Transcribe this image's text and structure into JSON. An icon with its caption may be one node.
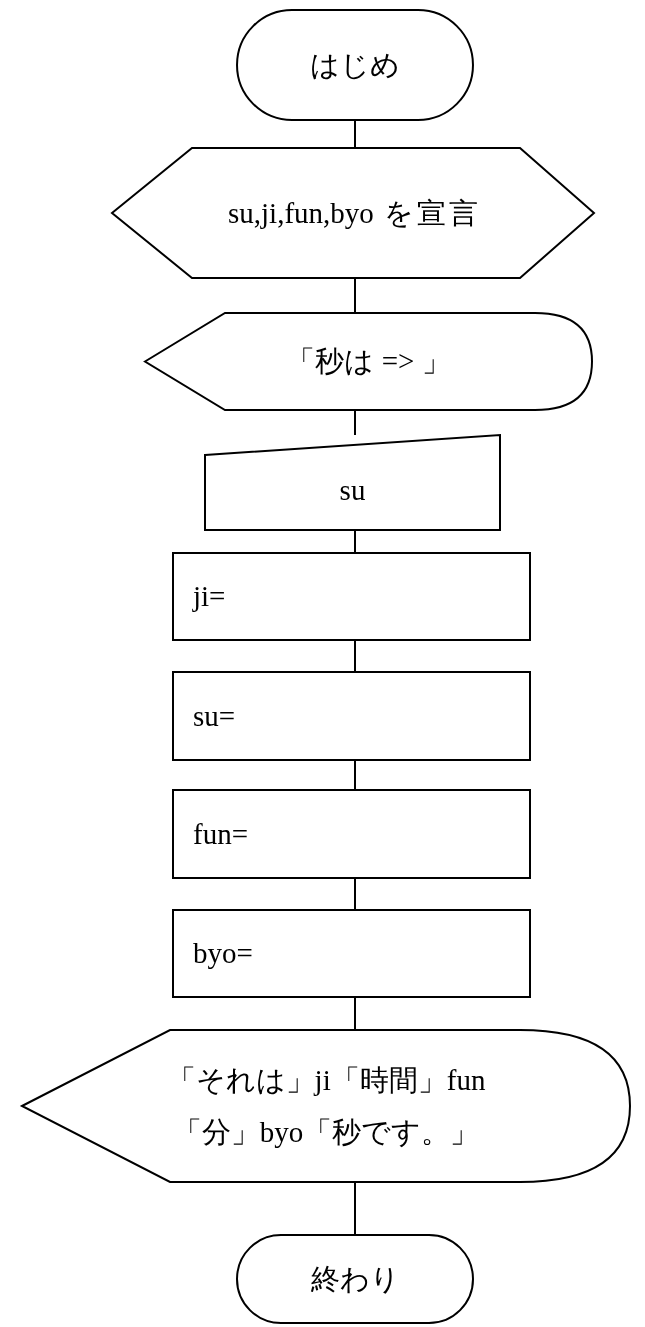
{
  "diagram": {
    "nodes": [
      {
        "text": [
          "はじめ"
        ]
      },
      {
        "text": [
          "su,ji,fun,byo を宣言"
        ]
      },
      {
        "text": [
          "「秒は => 」"
        ]
      },
      {
        "text": [
          "su"
        ]
      },
      {
        "text": [
          "ji="
        ]
      },
      {
        "text": [
          "su="
        ]
      },
      {
        "text": [
          "fun="
        ]
      },
      {
        "text": [
          "byo="
        ]
      },
      {
        "text": [
          "「それは」ji「時間」fun「分」byo「秒です。」"
        ]
      },
      {
        "text": [
          "終わり"
        ]
      }
    ],
    "edges": [
      {
        "from": 0,
        "to": 1,
        "arrow": "none"
      },
      {
        "from": 1,
        "to": 2,
        "arrow": "none"
      },
      {
        "from": 2,
        "to": 3,
        "arrow": "none"
      },
      {
        "from": 3,
        "to": 4,
        "arrow": "none"
      },
      {
        "from": 4,
        "to": 5,
        "arrow": "none"
      },
      {
        "from": 5,
        "to": 6,
        "arrow": "none"
      },
      {
        "from": 6,
        "to": 7,
        "arrow": "none"
      },
      {
        "from": 7,
        "to": 8,
        "arrow": "none"
      },
      {
        "from": 8,
        "to": 9,
        "arrow": "none"
      }
    ]
  }
}
